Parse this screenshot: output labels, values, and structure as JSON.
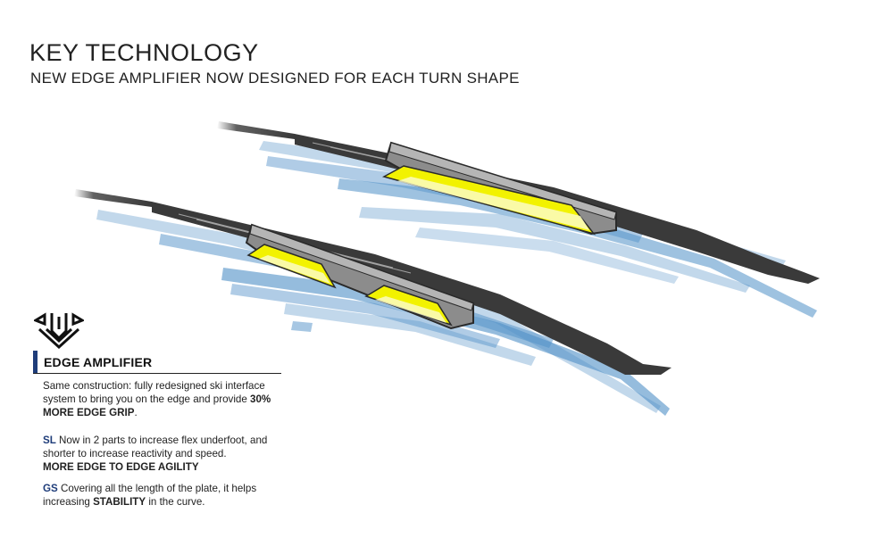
{
  "header": {
    "title": "KEY TECHNOLOGY",
    "subtitle": "NEW EDGE AMPLIFIER NOW DESIGNED FOR EACH TURN SHAPE"
  },
  "logo": {
    "icon": "edge-amplifier-logo-icon"
  },
  "section": {
    "title": "EDGE AMPLIFIER",
    "accent_color": "#1f3d7a"
  },
  "paragraphs": {
    "intro": {
      "text": "Same construction: fully redesigned ski interface system to bring you on the edge and provide ",
      "emphasis": "30% MORE EDGE GRIP",
      "tail": "."
    },
    "sl": {
      "tag": "SL",
      "text": " Now in 2 parts to increase flex underfoot, and shorter to increase reactivity and speed.",
      "emphasis": "MORE EDGE TO EDGE AGILITY"
    },
    "gs": {
      "tag": "GS",
      "text": " Covering all the length of the plate, it helps increasing ",
      "emphasis": "STABILITY",
      "tail": " in the curve."
    }
  },
  "colors": {
    "ski_dark": "#3a3a3a",
    "plate_grey": "#8c8c8c",
    "amplifier_yellow": "#f2f200",
    "shadow_blue": "#4f8fc7"
  }
}
